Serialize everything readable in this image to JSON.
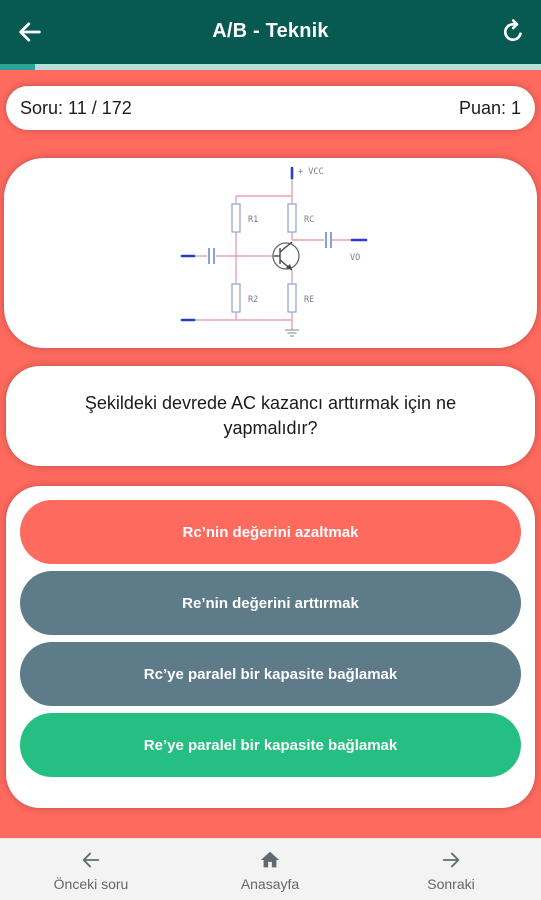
{
  "header": {
    "title": "A/B - Teknik",
    "back_icon": "arrow-left-icon",
    "reload_icon": "refresh-icon"
  },
  "progress": {
    "current": 11,
    "total": 172,
    "fraction": 0.064
  },
  "score": {
    "question_label": "Soru: 11 / 172",
    "points_label": "Puan: 1"
  },
  "circuit": {
    "vcc": "+ VCC",
    "r1": "R1",
    "rc": "RC",
    "r2": "R2",
    "re": "RE",
    "vo": "VO"
  },
  "question": {
    "text": "Şekildeki devrede AC kazancı arttırmak için ne yapmalıdır?"
  },
  "answers": [
    {
      "label": "Rc’nin değerini azaltmak",
      "state": "wrong",
      "color": "#ff6a5e"
    },
    {
      "label": "Re’nin değerini arttırmak",
      "state": "neutral",
      "color": "#5e7b8a"
    },
    {
      "label": "Rc’ye paralel bir kapasite bağlamak",
      "state": "neutral",
      "color": "#5e7b8a"
    },
    {
      "label": "Re’ye paralel bir kapasite bağlamak",
      "state": "correct",
      "color": "#25bf81"
    }
  ],
  "bottom_nav": {
    "prev": {
      "label": "Önceki soru",
      "icon": "arrow-left-icon"
    },
    "home": {
      "label": "Anasayfa",
      "icon": "home-icon"
    },
    "next": {
      "label": "Sonraki",
      "icon": "arrow-right-icon"
    }
  },
  "colors": {
    "appbar": "#075a52",
    "background": "#ff6a5e",
    "progress": "#2aa596"
  }
}
